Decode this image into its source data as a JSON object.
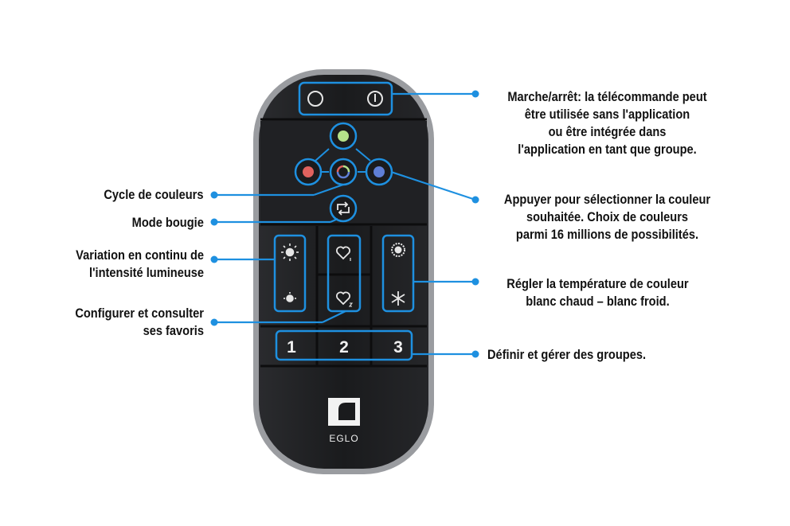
{
  "colors": {
    "accent": "#1e90e0",
    "remote_body": "#1b1c1e",
    "remote_border": "#9a9ca0",
    "button_red": "#e0625e",
    "button_green": "#b5e28a",
    "button_blue": "#5f7fd6"
  },
  "remote": {
    "group_buttons": [
      "1",
      "2",
      "3"
    ],
    "brand": "EGLO",
    "icons": [
      "off-circle-icon",
      "power-icon",
      "green-color-dot-icon",
      "red-color-dot-icon",
      "color-cycle-icon",
      "blue-color-dot-icon",
      "candle-mode-icon",
      "brightness-up-icon",
      "brightness-down-icon",
      "favorite-1-icon",
      "favorite-2-icon",
      "warm-white-icon",
      "cold-white-icon",
      "eglo-logo-icon"
    ]
  },
  "annotations": {
    "power": [
      "Marche/arrêt: la télécommande peut",
      "être utilisée sans l'application",
      "ou être intégrée dans",
      "l'application en tant que groupe."
    ],
    "color_select": [
      "Appuyer pour sélectionner la couleur",
      "souhaitée. Choix de couleurs",
      "parmi 16 millions de possibilités."
    ],
    "color_temperature": [
      "Régler la température de couleur",
      "blanc chaud – blanc froid."
    ],
    "groups": [
      "Définir et gérer des groupes."
    ],
    "color_cycle": [
      "Cycle de couleurs"
    ],
    "candle_mode": [
      "Mode bougie"
    ],
    "dimming": [
      "Variation en continu de",
      "l'intensité lumineuse"
    ],
    "favorites": [
      "Configurer et consulter",
      "ses favoris"
    ]
  }
}
